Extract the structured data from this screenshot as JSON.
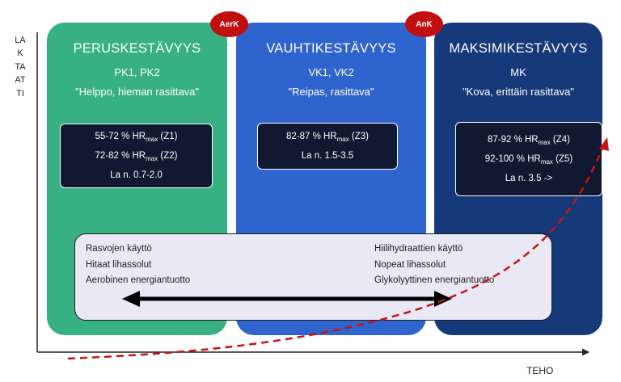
{
  "y_axis_label": "LAKTAATTI",
  "x_axis_label": "TEHO",
  "markers": {
    "aerobic_threshold": "AerK",
    "anaerobic_threshold": "AnK"
  },
  "zones": [
    {
      "title": "PERUSKESTÄVYYS",
      "subtitle": "PK1, PK2",
      "description": "\"Helppo, hieman rasittava\"",
      "hr_lines": [
        {
          "pre": "55-72 % HR",
          "sub": "max",
          "post": " (Z1)"
        },
        {
          "pre": "72-82 % HR",
          "sub": "max",
          "post": " (Z2)"
        }
      ],
      "lactate": "La n. 0.7-2.0"
    },
    {
      "title": "VAUHTIKESTÄVYYS",
      "subtitle": "VK1, VK2",
      "description": "\"Reipas, rasittava\"",
      "hr_lines": [
        {
          "pre": "82-87 % HR",
          "sub": "max",
          "post": " (Z3)"
        }
      ],
      "lactate": "La n. 1.5-3.5"
    },
    {
      "title": "MAKSIMIKESTÄVYYS",
      "subtitle": "MK",
      "description": "\"Kova, erittäin rasittava\"",
      "hr_lines": [
        {
          "pre": "87-92 % HR",
          "sub": "max",
          "post": " (Z4)"
        },
        {
          "pre": "92-100 % HR",
          "sub": "max",
          "post": " (Z5)"
        }
      ],
      "lactate": "La n. 3.5 ->"
    }
  ],
  "energy": {
    "left": [
      "Rasvojen käyttö",
      "Hitaat lihassolut",
      "Aerobinen energiantuotto"
    ],
    "right": [
      "Hiilihydraattien käyttö",
      "Nopeat lihassolut",
      "Glykolyyttinen energiantuotto"
    ]
  },
  "colors": {
    "zone1": "#37b183",
    "zone2": "#2f64cf",
    "zone3": "#163a79",
    "marker": "#c10f0f",
    "curve": "#c41414",
    "hr_box": "#111831",
    "energy_box": "#e9e8f4"
  }
}
